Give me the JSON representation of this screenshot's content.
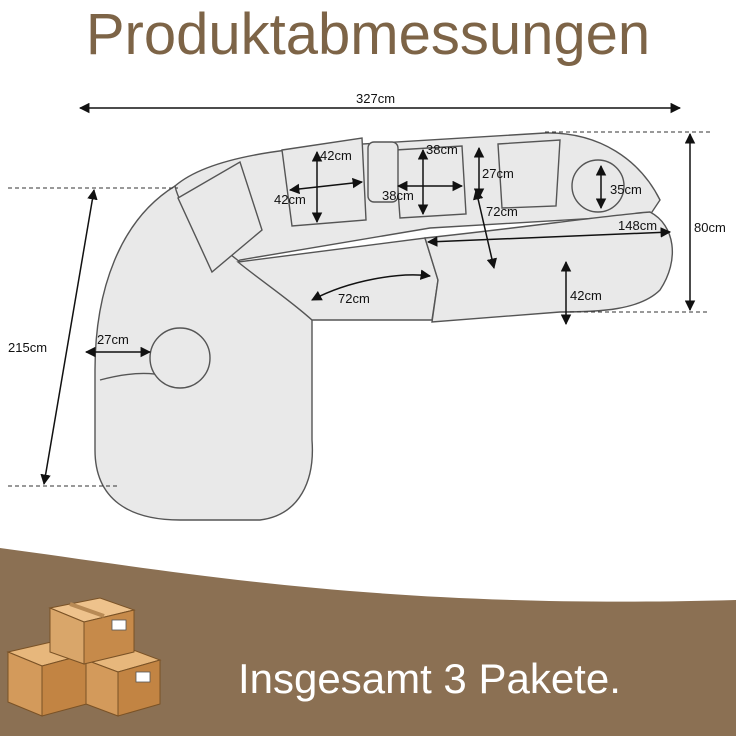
{
  "title": "Produktabmessungen",
  "footer": {
    "text": "Insgesamt 3 Pakete."
  },
  "colors": {
    "title": "#7d6447",
    "footer_band": "#8b7053",
    "footer_text": "#ffffff",
    "sofa_fill": "#e9e9e9",
    "sofa_outline": "#555555",
    "box": "#d9a66a"
  },
  "icons": [
    "cardboard-boxes-icon"
  ],
  "dimensions": {
    "total_width": "327cm",
    "total_depth": "215cm",
    "height": "80cm",
    "pillow_a_height": "42cm",
    "pillow_a_width": "42cm",
    "pillow_b_height": "38cm",
    "pillow_b_width": "38cm",
    "backrest_height": "27cm",
    "bolster_diameter": "35cm",
    "seat_depth_right": "72cm",
    "right_seat_length": "148cm",
    "seat_height": "42cm",
    "middle_seat_length": "72cm",
    "armrest_width": "27cm"
  }
}
